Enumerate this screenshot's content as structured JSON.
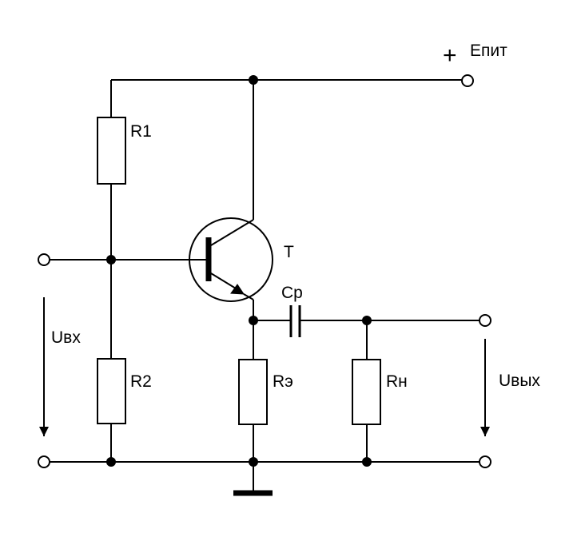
{
  "labels": {
    "supply_plus": "+",
    "supply": "Eпит",
    "r1": "R1",
    "r2": "R2",
    "transistor": "T",
    "cp": "Cp",
    "re": "Rэ",
    "rn": "Rн",
    "uin": "Uвх",
    "uout": "Uвых"
  },
  "colors": {
    "stroke": "#000000",
    "background": "#ffffff"
  }
}
